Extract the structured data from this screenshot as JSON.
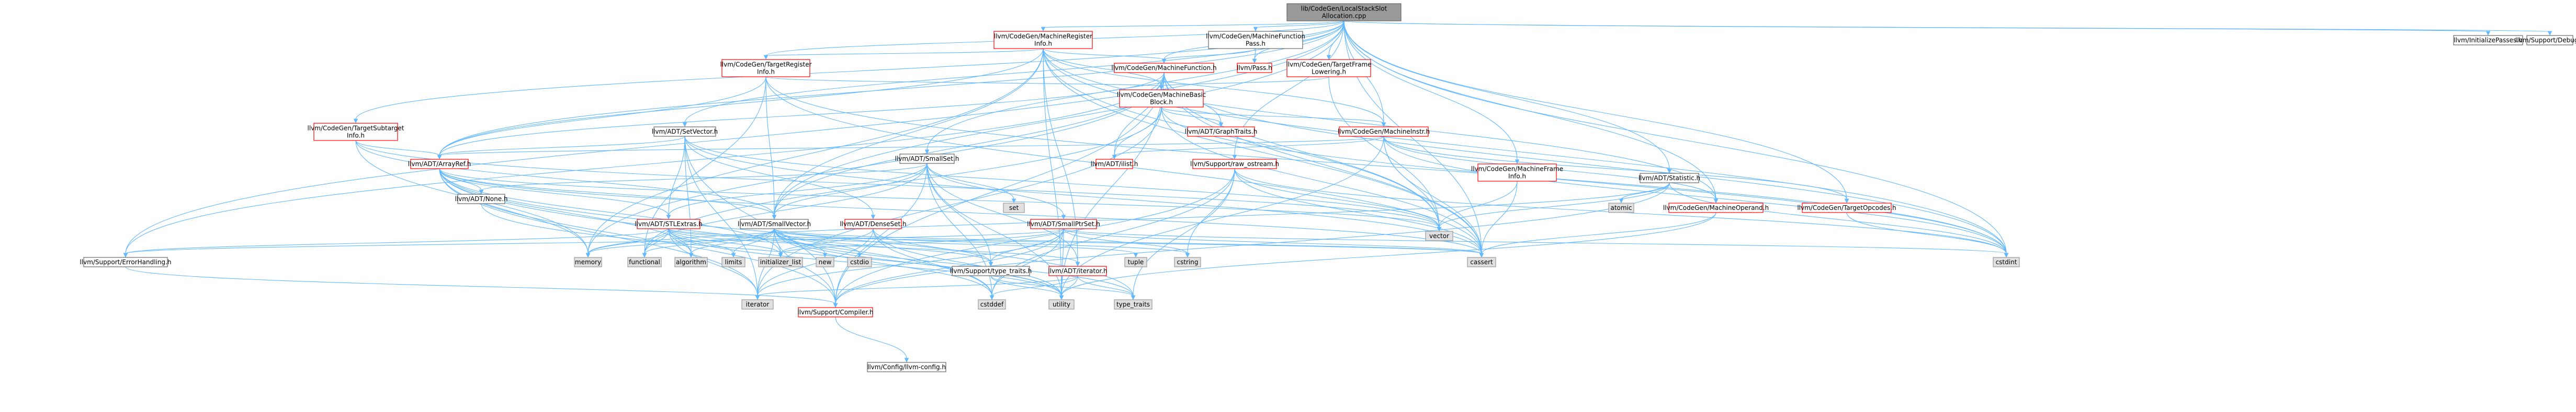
{
  "graph": {
    "colors": {
      "root_fill": "#999999",
      "red_node_fill": "#ffffff",
      "red_node_stroke": "#ff0000",
      "gray_node_fill": "#e0e0e0",
      "gray_node_stroke": "#999999",
      "plain_node_stroke": "#666666",
      "edge": "#63b8ff"
    },
    "nodes": [
      {
        "id": "root",
        "lines": [
          "lib/CodeGen/LocalStackSlot",
          "Allocation.cpp"
        ],
        "style": "root"
      },
      {
        "id": "mri",
        "lines": [
          "llvm/CodeGen/MachineRegister",
          "Info.h"
        ],
        "style": "red"
      },
      {
        "id": "mfp",
        "lines": [
          "llvm/CodeGen/MachineFunction",
          "Pass.h"
        ],
        "style": "plain"
      },
      {
        "id": "init",
        "lines": [
          "llvm/InitializePasses.h"
        ],
        "style": "plain"
      },
      {
        "id": "dbg",
        "lines": [
          "llvm/Support/Debug.h"
        ],
        "style": "plain"
      },
      {
        "id": "tri",
        "lines": [
          "llvm/CodeGen/TargetRegister",
          "Info.h"
        ],
        "style": "red"
      },
      {
        "id": "mf",
        "lines": [
          "llvm/CodeGen/MachineFunction.h"
        ],
        "style": "red"
      },
      {
        "id": "pass",
        "lines": [
          "llvm/Pass.h"
        ],
        "style": "red"
      },
      {
        "id": "tfl",
        "lines": [
          "llvm/CodeGen/TargetFrame",
          "Lowering.h"
        ],
        "style": "red"
      },
      {
        "id": "mbb",
        "lines": [
          "llvm/CodeGen/MachineBasic",
          "Block.h"
        ],
        "style": "red"
      },
      {
        "id": "tsi",
        "lines": [
          "llvm/CodeGen/TargetSubtarget",
          "Info.h"
        ],
        "style": "red"
      },
      {
        "id": "setv",
        "lines": [
          "llvm/ADT/SetVector.h"
        ],
        "style": "plain"
      },
      {
        "id": "gt",
        "lines": [
          "llvm/ADT/GraphTraits.h"
        ],
        "style": "red"
      },
      {
        "id": "mi",
        "lines": [
          "llvm/CodeGen/MachineInstr.h"
        ],
        "style": "red"
      },
      {
        "id": "ar",
        "lines": [
          "llvm/ADT/ArrayRef.h"
        ],
        "style": "red"
      },
      {
        "id": "ss",
        "lines": [
          "llvm/ADT/SmallSet.h"
        ],
        "style": "plain"
      },
      {
        "id": "ilist",
        "lines": [
          "llvm/ADT/ilist.h"
        ],
        "style": "red"
      },
      {
        "id": "ros",
        "lines": [
          "llvm/Support/raw_ostream.h"
        ],
        "style": "red"
      },
      {
        "id": "mfi",
        "lines": [
          "llvm/CodeGen/MachineFrame",
          "Info.h"
        ],
        "style": "red"
      },
      {
        "id": "stat",
        "lines": [
          "llvm/ADT/Statistic.h"
        ],
        "style": "plain"
      },
      {
        "id": "mo",
        "lines": [
          "llvm/CodeGen/MachineOperand.h"
        ],
        "style": "red"
      },
      {
        "id": "top",
        "lines": [
          "llvm/CodeGen/TargetOpcodes.h"
        ],
        "style": "red"
      },
      {
        "id": "none",
        "lines": [
          "llvm/ADT/None.h"
        ],
        "style": "plain"
      },
      {
        "id": "stle",
        "lines": [
          "llvm/ADT/STLExtras.h"
        ],
        "style": "red"
      },
      {
        "id": "sv",
        "lines": [
          "llvm/ADT/SmallVector.h"
        ],
        "style": "plain"
      },
      {
        "id": "ds",
        "lines": [
          "llvm/ADT/DenseSet.h"
        ],
        "style": "red"
      },
      {
        "id": "sps",
        "lines": [
          "llvm/ADT/SmallPtrSet.h"
        ],
        "style": "red"
      },
      {
        "id": "set",
        "lines": [
          "set"
        ],
        "style": "gray"
      },
      {
        "id": "vector",
        "lines": [
          "vector"
        ],
        "style": "gray"
      },
      {
        "id": "atomic",
        "lines": [
          "atomic"
        ],
        "style": "gray"
      },
      {
        "id": "eh",
        "lines": [
          "llvm/Support/ErrorHandling.h"
        ],
        "style": "plain"
      },
      {
        "id": "memory",
        "lines": [
          "memory"
        ],
        "style": "gray"
      },
      {
        "id": "functional",
        "lines": [
          "functional"
        ],
        "style": "gray"
      },
      {
        "id": "algorithm",
        "lines": [
          "algorithm"
        ],
        "style": "gray"
      },
      {
        "id": "limits",
        "lines": [
          "limits"
        ],
        "style": "gray"
      },
      {
        "id": "initlist",
        "lines": [
          "initializer_list"
        ],
        "style": "gray"
      },
      {
        "id": "new",
        "lines": [
          "new"
        ],
        "style": "gray"
      },
      {
        "id": "cstdio",
        "lines": [
          "cstdio"
        ],
        "style": "gray"
      },
      {
        "id": "titer",
        "lines": [
          "llvm/ADT/iterator.h"
        ],
        "style": "red"
      },
      {
        "id": "tt",
        "lines": [
          "llvm/Support/type_traits.h"
        ],
        "style": "plain"
      },
      {
        "id": "tuple",
        "lines": [
          "tuple"
        ],
        "style": "gray"
      },
      {
        "id": "cstring",
        "lines": [
          "cstring"
        ],
        "style": "gray"
      },
      {
        "id": "cassert",
        "lines": [
          "cassert"
        ],
        "style": "gray"
      },
      {
        "id": "cstdint",
        "lines": [
          "cstdint"
        ],
        "style": "gray"
      },
      {
        "id": "iterator",
        "lines": [
          "iterator"
        ],
        "style": "gray"
      },
      {
        "id": "comp",
        "lines": [
          "llvm/Support/Compiler.h"
        ],
        "style": "red"
      },
      {
        "id": "cstddef",
        "lines": [
          "cstddef"
        ],
        "style": "gray"
      },
      {
        "id": "utility",
        "lines": [
          "utility"
        ],
        "style": "gray"
      },
      {
        "id": "typetraits",
        "lines": [
          "type_traits"
        ],
        "style": "gray"
      },
      {
        "id": "cfg",
        "lines": [
          "llvm/Config/llvm-config.h"
        ],
        "style": "plain"
      }
    ],
    "edges": [
      [
        "root",
        "mri"
      ],
      [
        "root",
        "mfp"
      ],
      [
        "root",
        "init"
      ],
      [
        "root",
        "dbg"
      ],
      [
        "root",
        "tri"
      ],
      [
        "root",
        "mf"
      ],
      [
        "root",
        "pass"
      ],
      [
        "root",
        "tfl"
      ],
      [
        "root",
        "tsi"
      ],
      [
        "root",
        "setv"
      ],
      [
        "root",
        "mi"
      ],
      [
        "root",
        "ss"
      ],
      [
        "root",
        "ros"
      ],
      [
        "root",
        "mfi"
      ],
      [
        "root",
        "stat"
      ],
      [
        "root",
        "mo"
      ],
      [
        "root",
        "top"
      ],
      [
        "root",
        "sv"
      ],
      [
        "root",
        "eh"
      ],
      [
        "root",
        "cassert"
      ],
      [
        "root",
        "cstdint"
      ],
      [
        "root",
        "ar"
      ],
      [
        "mri",
        "tri"
      ],
      [
        "mri",
        "mf"
      ],
      [
        "mri",
        "mbb"
      ],
      [
        "mri",
        "mi"
      ],
      [
        "mri",
        "mo"
      ],
      [
        "mri",
        "ar"
      ],
      [
        "mri",
        "sv"
      ],
      [
        "mri",
        "titer"
      ],
      [
        "mri",
        "memory"
      ],
      [
        "mri",
        "vector"
      ],
      [
        "mri",
        "cassert"
      ],
      [
        "mri",
        "cstdint"
      ],
      [
        "mri",
        "utility"
      ],
      [
        "mfp",
        "mf"
      ],
      [
        "mfp",
        "pass"
      ],
      [
        "tri",
        "mbb"
      ],
      [
        "tri",
        "ar"
      ],
      [
        "tri",
        "sv"
      ],
      [
        "tri",
        "cstdint"
      ],
      [
        "tri",
        "cassert"
      ],
      [
        "tri",
        "functional"
      ],
      [
        "mf",
        "mbb"
      ],
      [
        "mf",
        "gt"
      ],
      [
        "mf",
        "ilist"
      ],
      [
        "mf",
        "ar"
      ],
      [
        "mf",
        "sv"
      ],
      [
        "mf",
        "eh"
      ],
      [
        "mf",
        "memory"
      ],
      [
        "mf",
        "cassert"
      ],
      [
        "mf",
        "cstdint"
      ],
      [
        "mf",
        "utility"
      ],
      [
        "mf",
        "vector"
      ],
      [
        "mf",
        "comp"
      ],
      [
        "tfl",
        "mbb"
      ],
      [
        "tfl",
        "vector"
      ],
      [
        "mbb",
        "gt"
      ],
      [
        "mbb",
        "mi"
      ],
      [
        "mbb",
        "ilist"
      ],
      [
        "mbb",
        "iterator"
      ],
      [
        "mbb",
        "cstdint"
      ],
      [
        "mbb",
        "cassert"
      ],
      [
        "mbb",
        "functional"
      ],
      [
        "tsi",
        "ar"
      ],
      [
        "tsi",
        "sv"
      ],
      [
        "tsi",
        "memory"
      ],
      [
        "tsi",
        "vector"
      ],
      [
        "setv",
        "ar"
      ],
      [
        "setv",
        "ds"
      ],
      [
        "setv",
        "stle"
      ],
      [
        "setv",
        "comp"
      ],
      [
        "setv",
        "algorithm"
      ],
      [
        "setv",
        "cassert"
      ],
      [
        "setv",
        "iterator"
      ],
      [
        "setv",
        "vector"
      ],
      [
        "mi",
        "ar"
      ],
      [
        "mi",
        "mo"
      ],
      [
        "mi",
        "top"
      ],
      [
        "mi",
        "ilist"
      ],
      [
        "mi",
        "cstdint"
      ],
      [
        "mi",
        "cassert"
      ],
      [
        "mi",
        "utility"
      ],
      [
        "mi",
        "vector"
      ],
      [
        "ar",
        "none"
      ],
      [
        "ar",
        "stle"
      ],
      [
        "ar",
        "sv"
      ],
      [
        "ar",
        "comp"
      ],
      [
        "ar",
        "algorithm"
      ],
      [
        "ar",
        "cassert"
      ],
      [
        "ar",
        "cstddef"
      ],
      [
        "ar",
        "initlist"
      ],
      [
        "ar",
        "iterator"
      ],
      [
        "ar",
        "memory"
      ],
      [
        "ar",
        "typetraits"
      ],
      [
        "ar",
        "vector"
      ],
      [
        "ss",
        "none"
      ],
      [
        "ss",
        "stle"
      ],
      [
        "ss",
        "sv"
      ],
      [
        "ss",
        "sps"
      ],
      [
        "ss",
        "tt"
      ],
      [
        "ss",
        "comp"
      ],
      [
        "ss",
        "cstddef"
      ],
      [
        "ss",
        "functional"
      ],
      [
        "ss",
        "set"
      ],
      [
        "ss",
        "utility"
      ],
      [
        "ss",
        "titer"
      ],
      [
        "ros",
        "comp"
      ],
      [
        "ros",
        "cassert"
      ],
      [
        "ros",
        "cstddef"
      ],
      [
        "ros",
        "cstdint"
      ],
      [
        "ros",
        "cstring"
      ],
      [
        "ros",
        "string"
      ],
      [
        "ros",
        "typetraits"
      ],
      [
        "ros",
        "vector"
      ],
      [
        "mfi",
        "vector"
      ],
      [
        "mfi",
        "cassert"
      ],
      [
        "stat",
        "atomic"
      ],
      [
        "stat",
        "memory"
      ],
      [
        "stat",
        "vector"
      ],
      [
        "stat",
        "cstdint"
      ],
      [
        "stat",
        "comp"
      ],
      [
        "mo",
        "cassert"
      ],
      [
        "mo",
        "utility"
      ],
      [
        "top",
        "cstdint"
      ],
      [
        "none",
        "utility"
      ],
      [
        "stle",
        "titer"
      ],
      [
        "stle",
        "algorithm"
      ],
      [
        "stle",
        "cassert"
      ],
      [
        "stle",
        "functional"
      ],
      [
        "stle",
        "initlist"
      ],
      [
        "stle",
        "tuple"
      ],
      [
        "stle",
        "utility"
      ],
      [
        "stle",
        "memory"
      ],
      [
        "stle",
        "limits"
      ],
      [
        "stle",
        "iterator"
      ],
      [
        "stle",
        "eh"
      ],
      [
        "sv",
        "tt"
      ],
      [
        "sv",
        "comp"
      ],
      [
        "sv",
        "algorithm"
      ],
      [
        "sv",
        "cassert"
      ],
      [
        "sv",
        "cstddef"
      ],
      [
        "sv",
        "cstdlib"
      ],
      [
        "sv",
        "cstring"
      ],
      [
        "sv",
        "functional"
      ],
      [
        "sv",
        "initlist"
      ],
      [
        "sv",
        "iterator"
      ],
      [
        "sv",
        "limits"
      ],
      [
        "sv",
        "memory"
      ],
      [
        "sv",
        "new"
      ],
      [
        "sv",
        "typetraits"
      ],
      [
        "sv",
        "utility"
      ],
      [
        "sv",
        "cstdio"
      ],
      [
        "ds",
        "cstddef"
      ],
      [
        "ds",
        "initlist"
      ],
      [
        "ds",
        "iterator"
      ],
      [
        "ds",
        "utility"
      ],
      [
        "ds",
        "tt"
      ],
      [
        "sps",
        "eh"
      ],
      [
        "sps",
        "tt"
      ],
      [
        "sps",
        "comp"
      ],
      [
        "sps",
        "cassert"
      ],
      [
        "sps",
        "cstddef"
      ],
      [
        "sps",
        "cstdlib"
      ],
      [
        "sps",
        "cstring"
      ],
      [
        "sps",
        "initlist"
      ],
      [
        "sps",
        "iterator"
      ],
      [
        "sps",
        "utility"
      ],
      [
        "sps",
        "cstdint"
      ],
      [
        "eh",
        "comp"
      ],
      [
        "titer",
        "cstddef"
      ],
      [
        "titer",
        "iterator"
      ],
      [
        "titer",
        "typetraits"
      ],
      [
        "titer",
        "utility"
      ],
      [
        "tt",
        "typetraits"
      ],
      [
        "tt",
        "utility"
      ],
      [
        "comp",
        "cfg"
      ]
    ]
  }
}
